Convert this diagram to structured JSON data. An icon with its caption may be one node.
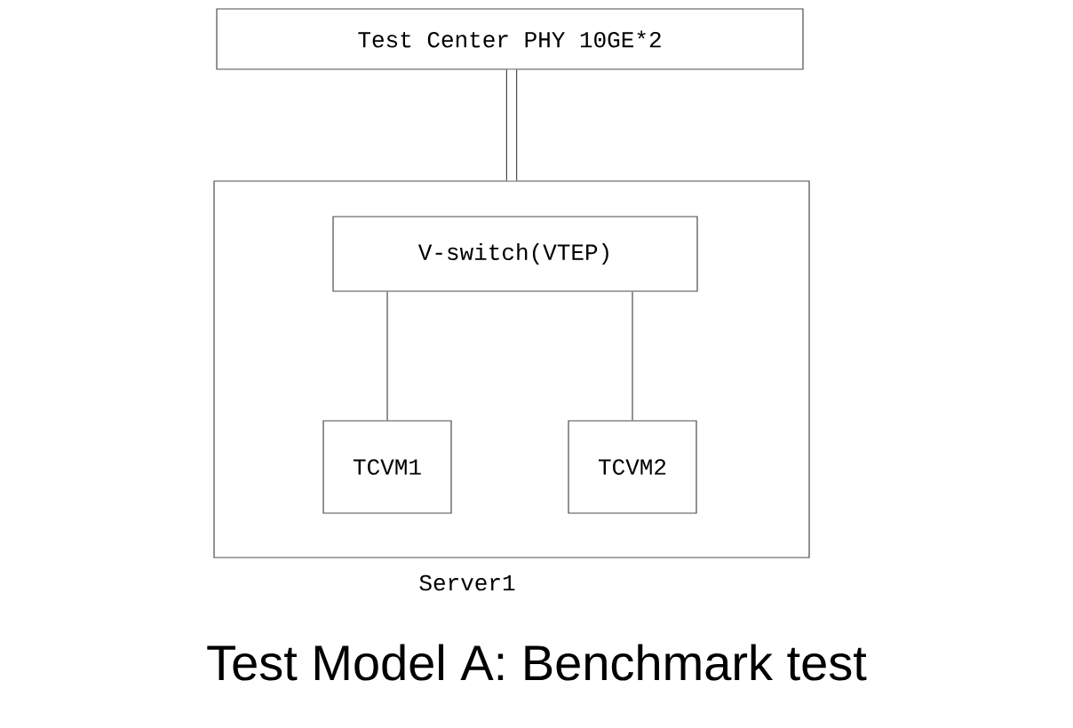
{
  "diagram": {
    "caption": "Test Model A: Benchmark test",
    "nodes": [
      {
        "text": [
          "Test Center PHY 10GE*2"
        ]
      },
      {
        "text": [],
        "shape": "box",
        "beside": [
          "Server1"
        ]
      },
      {
        "text": [
          "V-switch(VTEP)"
        ],
        "in": 1
      },
      {
        "text": [
          "TCVM1"
        ],
        "in": 1
      },
      {
        "text": [
          "TCVM2"
        ],
        "in": 1
      }
    ],
    "edges": [
      {
        "from": 0,
        "to": 1,
        "arrow": "none",
        "style": "thick"
      },
      {
        "from": 2,
        "to": 3,
        "arrow": "none"
      },
      {
        "from": 2,
        "to": 4,
        "arrow": "none"
      }
    ]
  }
}
